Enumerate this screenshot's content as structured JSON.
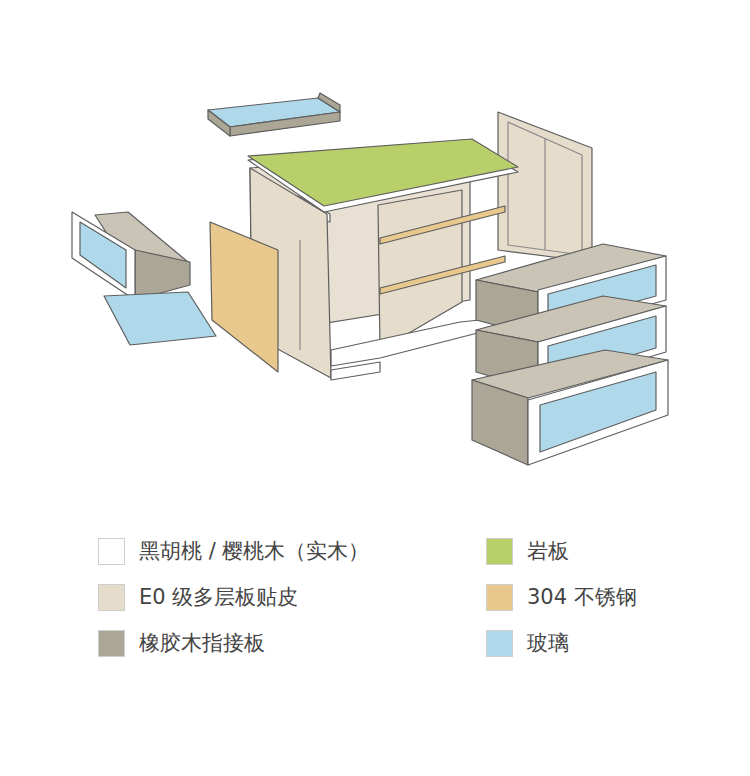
{
  "diagram": {
    "legend": [
      {
        "text": "黑胡桃 / 樱桃木（实木）",
        "color": "#ffffff"
      },
      {
        "text": "E0 级多层板贴皮",
        "color": "#e5dccb"
      },
      {
        "text": "橡胶木指接板",
        "color": "#aba696"
      },
      {
        "text": "岩板",
        "color": "#b9d06a"
      },
      {
        "text": "304 不锈钢",
        "color": "#e8c88d"
      },
      {
        "text": "玻璃",
        "color": "#afd8ea"
      }
    ]
  }
}
